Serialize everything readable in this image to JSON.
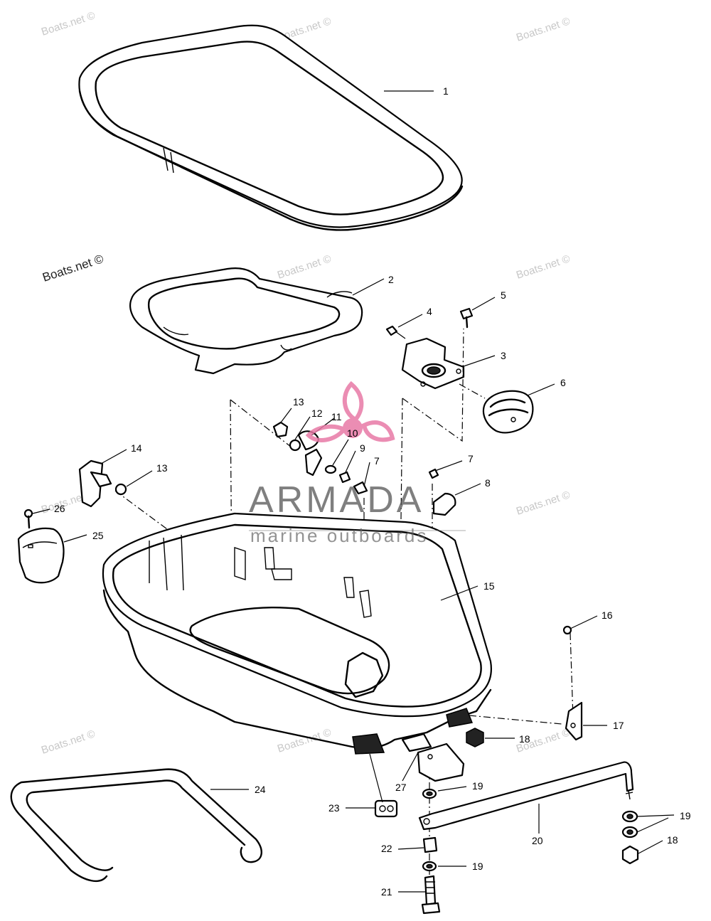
{
  "watermark": {
    "text": "Boats.net ©",
    "text_dark": "Boats.net ©"
  },
  "brand": {
    "name": "ARMADA",
    "tagline": "marine outboards",
    "accent_color": "#e87aa6"
  },
  "callouts": [
    {
      "id": "1",
      "label": "1"
    },
    {
      "id": "2",
      "label": "2"
    },
    {
      "id": "3",
      "label": "3"
    },
    {
      "id": "4",
      "label": "4"
    },
    {
      "id": "5",
      "label": "5"
    },
    {
      "id": "6",
      "label": "6"
    },
    {
      "id": "7a",
      "label": "7"
    },
    {
      "id": "7b",
      "label": "7"
    },
    {
      "id": "8",
      "label": "8"
    },
    {
      "id": "9",
      "label": "9"
    },
    {
      "id": "10",
      "label": "10"
    },
    {
      "id": "11",
      "label": "11"
    },
    {
      "id": "12",
      "label": "12"
    },
    {
      "id": "13a",
      "label": "13"
    },
    {
      "id": "13b",
      "label": "13"
    },
    {
      "id": "14",
      "label": "14"
    },
    {
      "id": "15",
      "label": "15"
    },
    {
      "id": "16",
      "label": "16"
    },
    {
      "id": "17",
      "label": "17"
    },
    {
      "id": "18a",
      "label": "18"
    },
    {
      "id": "18b",
      "label": "18"
    },
    {
      "id": "19a",
      "label": "19"
    },
    {
      "id": "19b",
      "label": "19"
    },
    {
      "id": "19c",
      "label": "19"
    },
    {
      "id": "20",
      "label": "20"
    },
    {
      "id": "21",
      "label": "21"
    },
    {
      "id": "22",
      "label": "22"
    },
    {
      "id": "23",
      "label": "23"
    },
    {
      "id": "24",
      "label": "24"
    },
    {
      "id": "25",
      "label": "25"
    },
    {
      "id": "26",
      "label": "26"
    },
    {
      "id": "27",
      "label": "27"
    }
  ]
}
